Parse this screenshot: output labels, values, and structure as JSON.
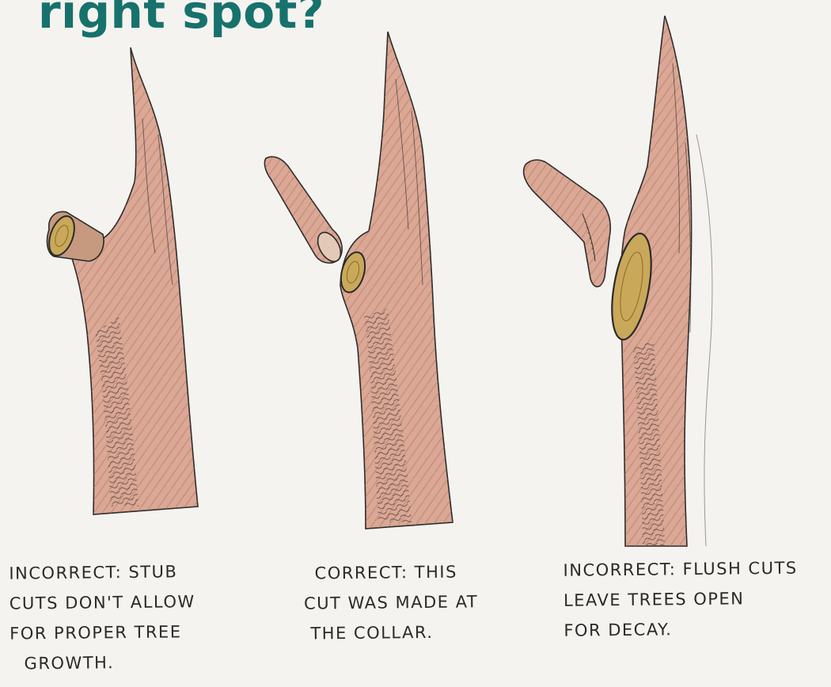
{
  "heading": "right spot?",
  "panels": [
    {
      "caption_lines": [
        "INCORRECT: STUB",
        "CUTS DON'T ALLOW",
        "FOR PROPER TREE",
        "GROWTH."
      ]
    },
    {
      "caption_lines": [
        "CORRECT: THIS",
        "CUT WAS MADE AT",
        "THE COLLAR."
      ]
    },
    {
      "caption_lines": [
        "INCORRECT: FLUSH CUTS",
        "LEAVE TREES OPEN",
        "FOR DECAY."
      ]
    }
  ],
  "colors": {
    "heading": "#17716c",
    "bark_fill": "#d9a896",
    "bark_hatch": "#c1694a",
    "ink": "#2b2b2b",
    "cut_wood": "#c9a85a"
  }
}
